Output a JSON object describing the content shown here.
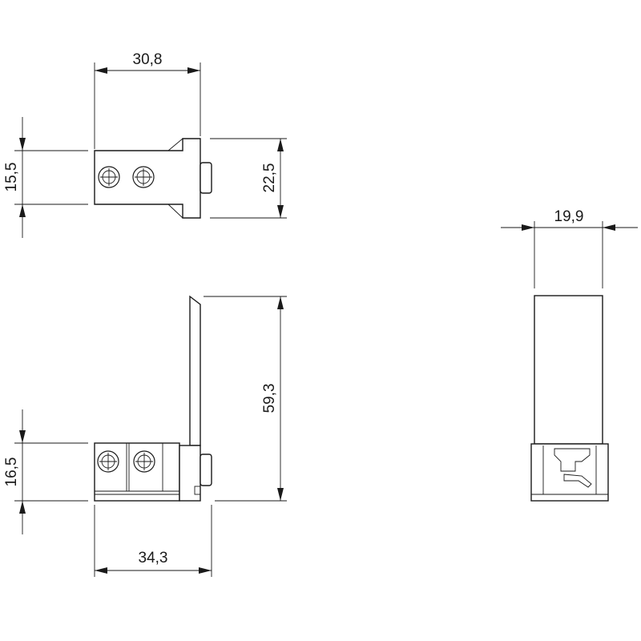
{
  "dimensions": {
    "top_width": "30,8",
    "top_small_height": "15,5",
    "top_large_height": "22,5",
    "side_width": "19,9",
    "front_total_height": "59,3",
    "front_block_height": "16,5",
    "front_width": "34,3"
  },
  "colors": {
    "line": "#1a1a1a",
    "background": "#ffffff"
  }
}
